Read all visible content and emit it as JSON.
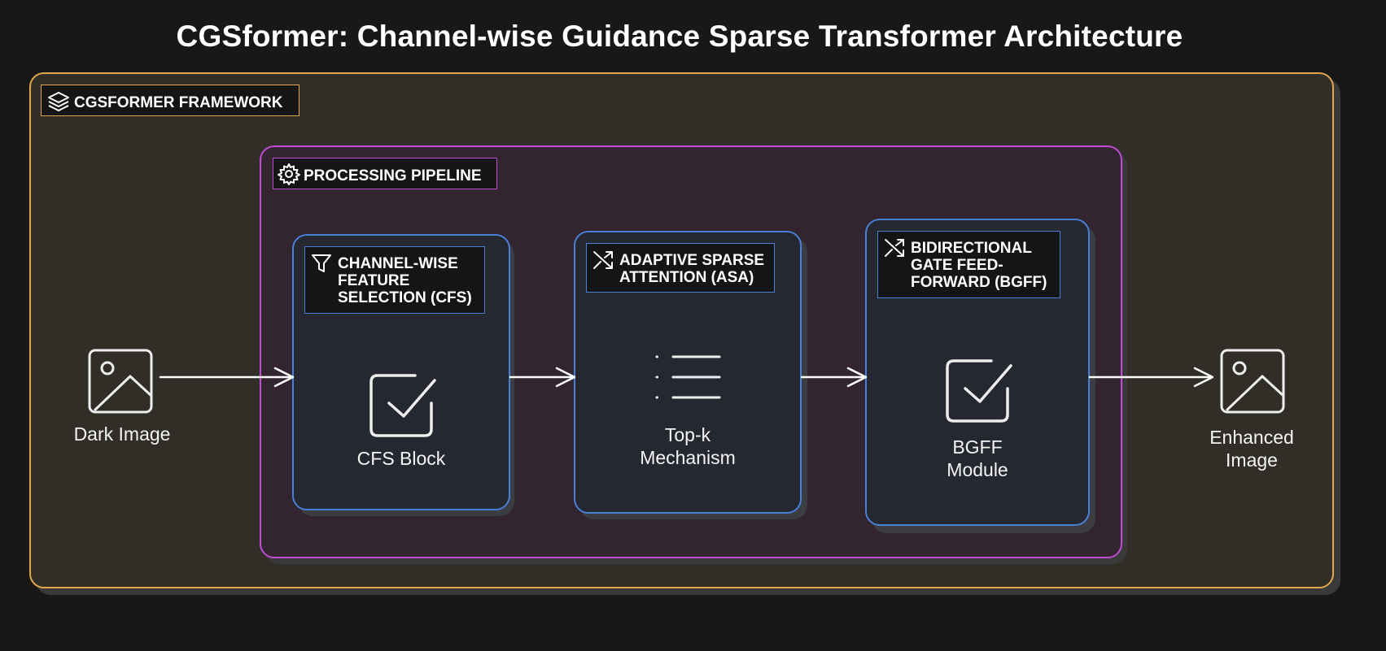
{
  "title": "CGSformer: Channel-wise Guidance Sparse Transformer Architecture",
  "framework": {
    "label": "CGSFORMER FRAMEWORK",
    "icon": "layers-icon",
    "border_color": "#e0a84c"
  },
  "pipeline": {
    "label": "PROCESSING PIPELINE",
    "icon": "gear-icon",
    "border_color": "#c04bd6"
  },
  "input": {
    "label": "Dark Image",
    "icon": "image-icon"
  },
  "output": {
    "label_line1": "Enhanced",
    "label_line2": "Image",
    "icon": "image-icon"
  },
  "blocks": [
    {
      "header_lines": [
        "CHANNEL-WISE",
        "FEATURE",
        "SELECTION (CFS)"
      ],
      "header_icon": "filter-icon",
      "body_icon": "checkbox-icon",
      "body_lines": [
        "CFS Block"
      ]
    },
    {
      "header_lines": [
        "ADAPTIVE SPARSE",
        "ATTENTION (ASA)"
      ],
      "header_icon": "shuffle-icon",
      "body_icon": "list-icon",
      "body_lines": [
        "Top-k",
        "Mechanism"
      ]
    },
    {
      "header_lines": [
        "BIDIRECTIONAL",
        "GATE FEED-",
        "FORWARD (BGFF)"
      ],
      "header_icon": "shuffle-icon",
      "body_icon": "checkbox-icon",
      "body_lines": [
        "BGFF",
        "Module"
      ]
    }
  ],
  "colors": {
    "block_border": "#4a7fd8",
    "background": "#181818",
    "arrow": "#ffffff"
  }
}
